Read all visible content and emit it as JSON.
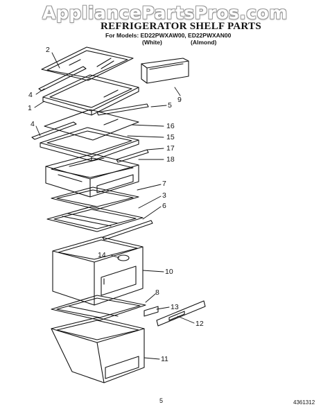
{
  "watermark": "AppliancePartsPros.com",
  "header": {
    "title": "REFRIGERATOR SHELF PARTS",
    "models": "For Models: ED22PWXAW00, ED22PWXAN00",
    "color_1": "(White)",
    "color_2": "(Almond)"
  },
  "callouts": [
    "2",
    "4",
    "1",
    "5",
    "9",
    "4",
    "16",
    "15",
    "17",
    "18",
    "7",
    "3",
    "6",
    "14",
    "10",
    "8",
    "13",
    "12",
    "11"
  ],
  "footer": {
    "page_number": "5",
    "document_number": "4361312"
  }
}
